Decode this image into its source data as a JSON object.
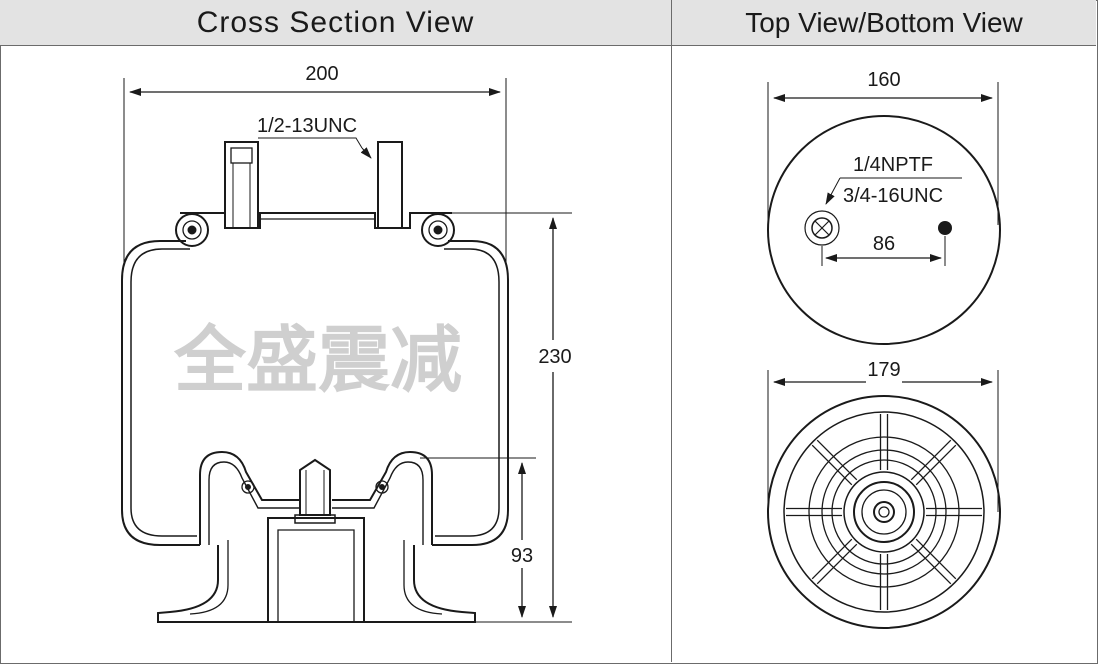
{
  "panels": {
    "left": {
      "title": "Cross Section View"
    },
    "right": {
      "title": "Top View/Bottom View"
    }
  },
  "cross_section": {
    "width_dim": "200",
    "thread_label": "1/2-13UNC",
    "height_dim": "230",
    "piston_dim": "93",
    "watermark": "全盛震减"
  },
  "top_view": {
    "diameter_dim": "160",
    "port_label": "1/4NPTF",
    "stud_label": "3/4-16UNC",
    "spacing_dim": "86"
  },
  "bottom_view": {
    "diameter_dim": "179"
  }
}
